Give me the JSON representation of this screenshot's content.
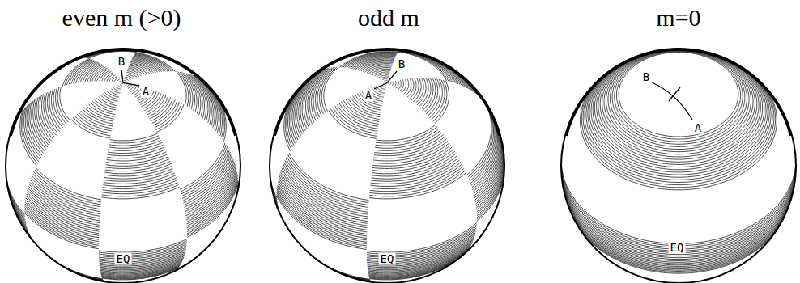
{
  "diagram": {
    "labels": [
      "even m (>0)",
      "odd m",
      "m=0",
      "B",
      "A",
      "EQ",
      "B",
      "A",
      "EQ",
      "B",
      "A",
      "EQ"
    ]
  }
}
